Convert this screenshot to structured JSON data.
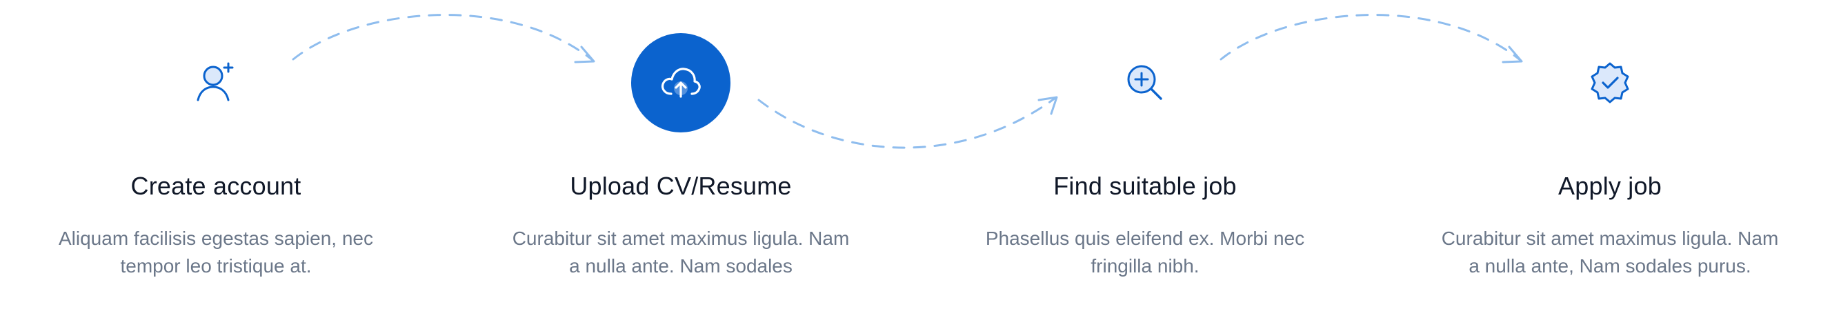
{
  "colors": {
    "accent": "#0b63ce",
    "arrow": "#8fbdee",
    "title": "#101828",
    "body": "#6b7789"
  },
  "steps": [
    {
      "icon": "user-add-icon",
      "title": "Create account",
      "description": "Aliquam facilisis egestas sapien, nec tempor leo tristique at.",
      "active": false
    },
    {
      "icon": "cloud-upload-icon",
      "title": "Upload CV/Resume",
      "description": "Curabitur sit amet maximus ligula. Nam a nulla ante. Nam sodales",
      "active": true
    },
    {
      "icon": "search-plus-icon",
      "title": "Find suitable job",
      "description": "Phasellus quis eleifend ex. Morbi nec fringilla nibh.",
      "active": false
    },
    {
      "icon": "verified-badge-icon",
      "title": "Apply job",
      "description": "Curabitur sit amet maximus ligula. Nam a nulla ante, Nam sodales purus.",
      "active": false
    }
  ],
  "connectors": [
    {
      "from": "step-1",
      "to": "step-2",
      "curve": "arc-up"
    },
    {
      "from": "step-2",
      "to": "step-3",
      "curve": "arc-down"
    },
    {
      "from": "step-3",
      "to": "step-4",
      "curve": "arc-up"
    }
  ]
}
